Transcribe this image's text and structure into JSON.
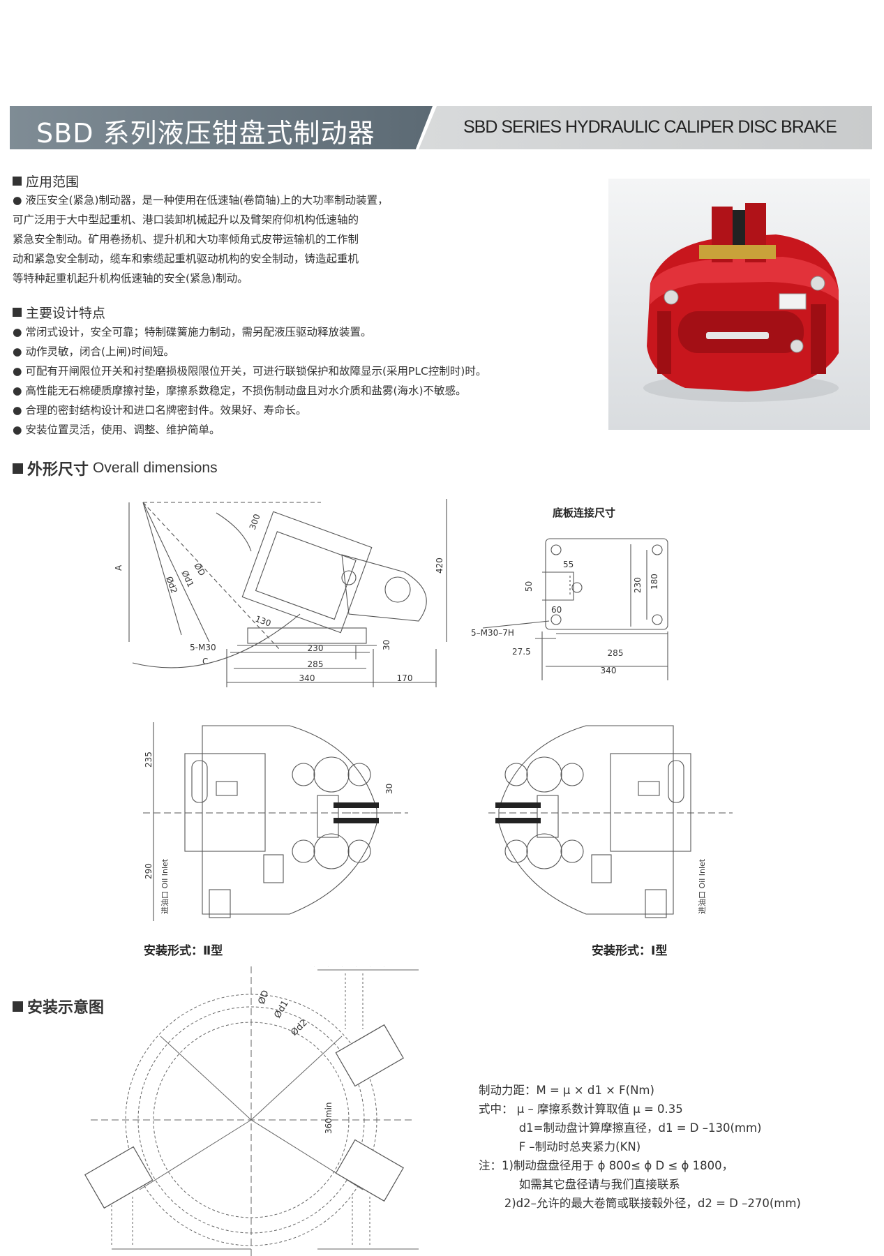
{
  "header": {
    "title_cn": "SBD 系列液压钳盘式制动器",
    "title_en": "SBD SERIES HYDRAULIC CALIPER DISC BRAKE"
  },
  "application": {
    "heading": "应用范围",
    "lines": [
      "● 液压安全(紧急)制动器，是一种使用在低速轴(卷筒轴)上的大功率制动装置，",
      "可广泛用于大中型起重机、港口装卸机械起升以及臂架府仰机构低速轴的",
      "紧急安全制动。矿用卷扬机、提升机和大功率倾角式皮带运输机的工作制",
      "动和紧急安全制动，缆车和索缆起重机驱动机构的安全制动，铸造起重机",
      "等特种起重机起升机构低速轴的安全(紧急)制动。"
    ]
  },
  "features": {
    "heading": "主要设计特点",
    "items": [
      "● 常闭式设计，安全可靠；特制碟簧施力制动，需另配液压驱动释放装置。",
      "● 动作灵敏，闭合(上闸)时间短。",
      "● 可配有开闸限位开关和衬垫磨损极限限位开关，可进行联锁保护和故障显示(采用PLC控制时)时。",
      "● 高性能无石棉硬质摩擦衬垫，摩擦系数稳定，不损伤制动盘且对水介质和盐雾(海水)不敏感。",
      "● 合理的密封结构设计和进口名牌密封件。效果好、寿命长。",
      "● 安装位置灵活，使用、调整、维护简单。"
    ]
  },
  "dimensions": {
    "heading_cn": "外形尺寸",
    "heading_en": "Overall dimensions",
    "side_view": {
      "label_A": "A",
      "label_C": "C",
      "label_D": "ØD",
      "label_d1": "Ød1",
      "label_d2": "Ød2",
      "dim_300": "300",
      "dim_420": "420",
      "dim_130": "130",
      "dim_5m30": "5-M30",
      "dim_230": "230",
      "dim_285": "285",
      "dim_340": "340",
      "dim_30": "30",
      "dim_170": "170"
    },
    "base_plate": {
      "title": "底板连接尺寸",
      "dim_55": "55",
      "dim_50": "50",
      "dim_60": "60",
      "dim_230": "230",
      "dim_180": "180",
      "dim_5m30": "5–M30–7H",
      "dim_275": "27.5",
      "dim_285": "285",
      "dim_340": "340"
    },
    "type2": {
      "caption": "安装形式：Ⅱ型",
      "dim_235": "235",
      "dim_290": "290",
      "dim_30": "30",
      "oil_inlet": "进油口 Oil Inlet"
    },
    "type1": {
      "caption": "安装形式：Ⅰ型",
      "oil_inlet": "进油口 Oil Inlet"
    }
  },
  "installation": {
    "heading": "安装示意图",
    "label_D": "ØD",
    "label_d1": "Ød1",
    "label_d2": "Ød2",
    "dim_360": "360min"
  },
  "formula": {
    "lines": [
      "制动力距：M = μ × d1 × F(Nm)",
      "式中： μ – 摩擦系数计算取值 μ = 0.35",
      "           d1=制动盘计算摩擦直径，d1 = D –130(mm)",
      "           F –制动时总夹紧力(KN)",
      "注：1)制动盘盘径用于 ϕ 800≤ ϕ D ≤ ϕ 1800，",
      "           如需其它盘径请与我们直接联系",
      "       2)d2–允许的最大卷筒或联接毂外径，d2 = D –270(mm)"
    ]
  },
  "colors": {
    "brake_red": "#c8161d",
    "banner_dark": "#5c6a74",
    "banner_light": "#d0d2d3"
  }
}
